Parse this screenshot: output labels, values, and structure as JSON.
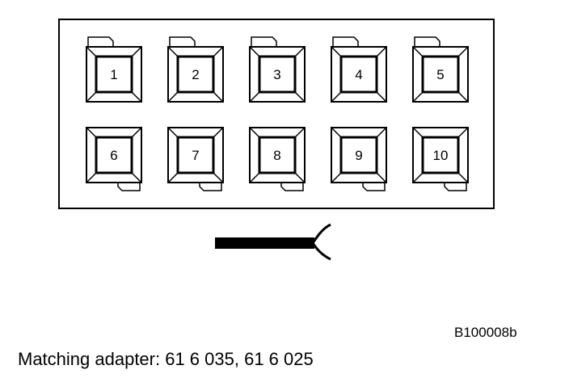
{
  "connector": {
    "pins": [
      {
        "label": "1",
        "row": 1,
        "col": 1
      },
      {
        "label": "2",
        "row": 1,
        "col": 2
      },
      {
        "label": "3",
        "row": 1,
        "col": 3
      },
      {
        "label": "4",
        "row": 1,
        "col": 4
      },
      {
        "label": "5",
        "row": 1,
        "col": 5
      },
      {
        "label": "6",
        "row": 2,
        "col": 1
      },
      {
        "label": "7",
        "row": 2,
        "col": 2
      },
      {
        "label": "8",
        "row": 2,
        "col": 3
      },
      {
        "label": "9",
        "row": 2,
        "col": 4
      },
      {
        "label": "10",
        "row": 2,
        "col": 5
      }
    ]
  },
  "reference_code": "B100008b",
  "caption": "Matching adapter: 61 6 035, 61 6 025",
  "colors": {
    "line": "#000000",
    "background": "#ffffff"
  }
}
